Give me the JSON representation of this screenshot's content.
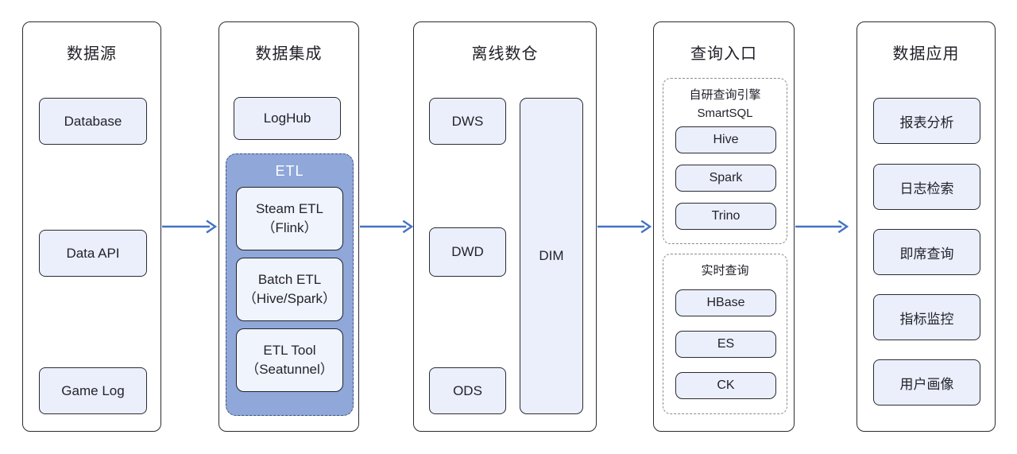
{
  "colors": {
    "arrow_blue": "#4472c4",
    "node_fill": "#eaeffb",
    "etl_group_fill": "#8fa7d9",
    "etl_inner_fill": "#f0f4fd",
    "border_dark": "#2b2b33",
    "dashed_gray": "#8b8b8b"
  },
  "col1": {
    "title": "数据源",
    "boxes": [
      "Database",
      "Data API",
      "Game Log"
    ]
  },
  "col2": {
    "title": "数据集成",
    "loghub": "LogHub",
    "etl": {
      "label": "ETL",
      "box1_line1": "Steam ETL",
      "box1_line2": "（Flink）",
      "box2_line1": "Batch ETL",
      "box2_line2": "（Hive/Spark）",
      "box3_line1": "ETL Tool",
      "box3_line2": "（Seatunnel）"
    }
  },
  "col3": {
    "title": "离线数仓",
    "boxes": [
      "DWS",
      "DWD",
      "ODS"
    ],
    "dim": "DIM"
  },
  "col4": {
    "title": "查询入口",
    "group1": {
      "title_line1": "自研查询引擎",
      "title_line2": "SmartSQL",
      "boxes": [
        "Hive",
        "Spark",
        "Trino"
      ]
    },
    "group2": {
      "title": "实时查询",
      "boxes": [
        "HBase",
        "ES",
        "CK"
      ]
    }
  },
  "col5": {
    "title": "数据应用",
    "boxes": [
      "报表分析",
      "日志检索",
      "即席查询",
      "指标监控",
      "用户画像"
    ]
  }
}
